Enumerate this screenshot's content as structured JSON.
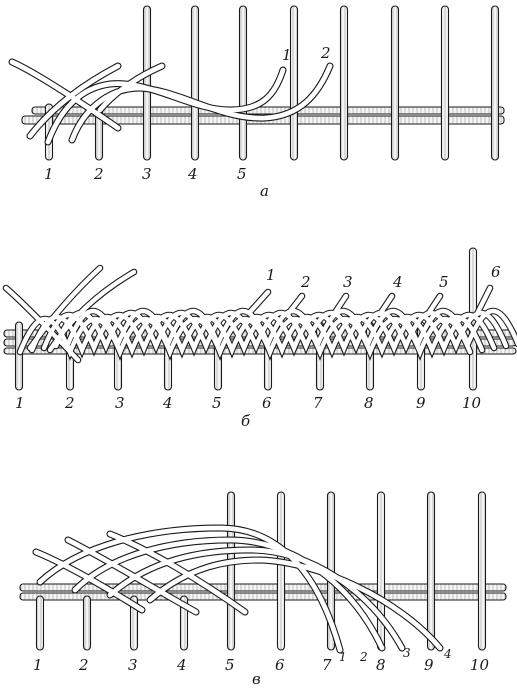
{
  "panels": [
    {
      "id": "a",
      "caption": "а",
      "stake_numbers": [
        "1",
        "2",
        "3",
        "4",
        "5"
      ],
      "rod_labels": [
        "1",
        "2"
      ]
    },
    {
      "id": "b",
      "caption": "б",
      "stake_numbers": [
        "1",
        "2",
        "3",
        "4",
        "5",
        "6",
        "7",
        "8",
        "9",
        "10"
      ],
      "rod_labels": [
        "1",
        "2",
        "3",
        "4",
        "5",
        "6"
      ]
    },
    {
      "id": "c",
      "caption": "в",
      "stake_numbers": [
        "1",
        "2",
        "3",
        "4",
        "5",
        "6",
        "7",
        "8",
        "9",
        "10"
      ],
      "rod_labels": [
        "1",
        "2",
        "3",
        "4"
      ]
    }
  ]
}
